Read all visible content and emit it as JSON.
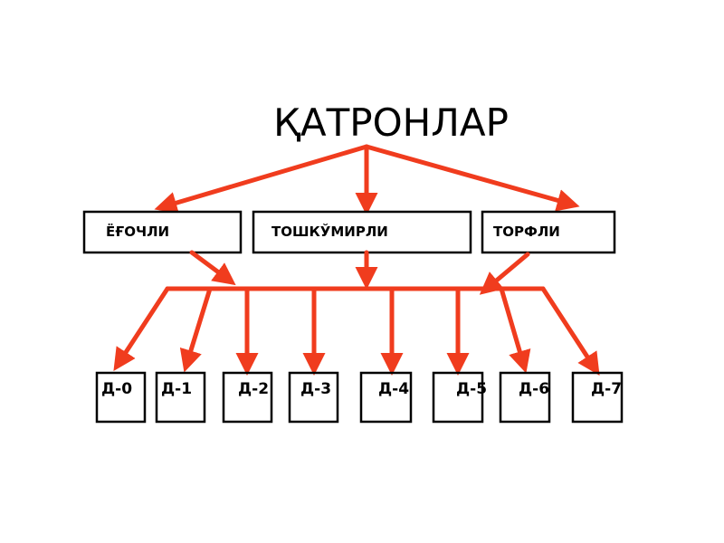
{
  "title": "ҚАТРОНЛАР",
  "categories": [
    {
      "label": "ЁҒОЧЛИ"
    },
    {
      "label": "ТОШКЎМИРЛИ"
    },
    {
      "label": "ТОРФЛИ"
    }
  ],
  "leaves": [
    {
      "label": "Д-0"
    },
    {
      "label": "Д-1"
    },
    {
      "label": "Д-2"
    },
    {
      "label": "Д-3"
    },
    {
      "label": "Д-4"
    },
    {
      "label": "Д-5"
    },
    {
      "label": "Д-6"
    },
    {
      "label": "Д-7"
    }
  ],
  "colors": {
    "arrow": "#f03c1e",
    "box_border": "#000000",
    "text": "#000000",
    "background": "#ffffff"
  }
}
